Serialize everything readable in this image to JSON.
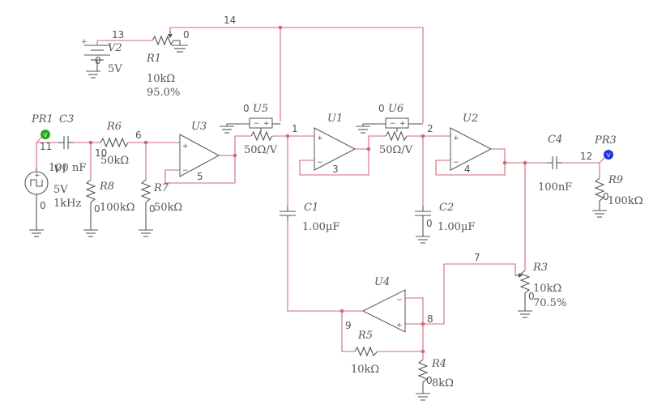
{
  "nets": {
    "n13": "13",
    "n14": "14",
    "n0a": "0",
    "n11": "11",
    "n10": "10",
    "n6": "6",
    "n5": "5",
    "n1": "1",
    "n3": "3",
    "n2": "2",
    "n4": "4",
    "n12": "12",
    "n7": "7",
    "n8": "8",
    "n9": "9",
    "g_v2": "0",
    "g_v1": "0",
    "g_r8": "0",
    "g_r7": "0",
    "g_u5": "0",
    "g_u6": "0",
    "g_c2": "0",
    "g_r9": "0",
    "g_r3": "0",
    "g_r4": "0"
  },
  "components": {
    "V2": {
      "ref": "V2",
      "value": "5V"
    },
    "R1": {
      "ref": "R1",
      "value": "10kΩ",
      "setting": "95.0%"
    },
    "PR1": {
      "ref": "PR1",
      "glyph": "V",
      "color": "#22aa22"
    },
    "PR3": {
      "ref": "PR3",
      "glyph": "V",
      "color": "#2233dd"
    },
    "C3": {
      "ref": "C3",
      "value": "100 nF"
    },
    "V1": {
      "ref": "V1",
      "value": "5V",
      "freq": "1kHz"
    },
    "R6": {
      "ref": "R6",
      "value": "50kΩ"
    },
    "R8": {
      "ref": "R8",
      "value": "100kΩ"
    },
    "R7": {
      "ref": "R7",
      "value": "50kΩ"
    },
    "U3": {
      "ref": "U3"
    },
    "U5": {
      "ref": "U5",
      "value": "50Ω/V"
    },
    "U1": {
      "ref": "U1"
    },
    "U6": {
      "ref": "U6",
      "value": "50Ω/V"
    },
    "U2": {
      "ref": "U2"
    },
    "C1": {
      "ref": "C1",
      "value": "1.00µF"
    },
    "C2": {
      "ref": "C2",
      "value": "1.00µF"
    },
    "C4": {
      "ref": "C4",
      "value": "100nF"
    },
    "R9": {
      "ref": "R9",
      "value": "100kΩ"
    },
    "R3": {
      "ref": "R3",
      "value": "10kΩ",
      "setting": "70.5%"
    },
    "U4": {
      "ref": "U4"
    },
    "R5": {
      "ref": "R5",
      "value": "10kΩ"
    },
    "R4": {
      "ref": "R4",
      "value": "8kΩ"
    }
  },
  "pins": {
    "plus": "+",
    "minus": "−",
    "ctrl_minus": "−",
    "ctrl_plus": "+"
  },
  "colors": {
    "wire": "#d06a78",
    "component": "#555555",
    "probe_in": "#22aa22",
    "probe_out": "#2233dd"
  }
}
